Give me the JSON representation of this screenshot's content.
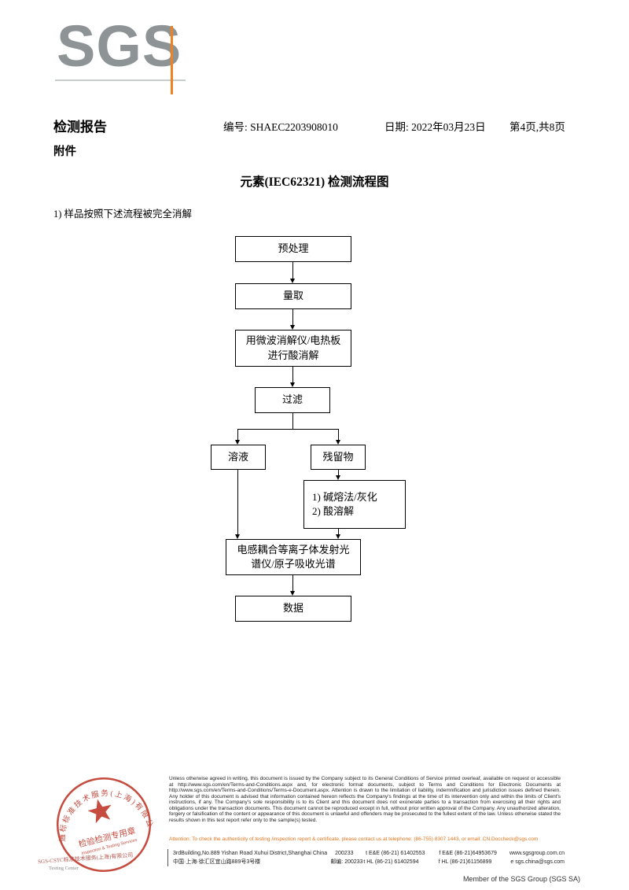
{
  "logo": {
    "text": "SGS",
    "color_gray": "#8e9396",
    "color_orange": "#f0811f"
  },
  "header": {
    "report_title": "检测报告",
    "report_no": "编号: SHAEC2203908010",
    "date": "日期: 2022年03月23日",
    "page_info": "第4页,共8页",
    "attachment": "附件"
  },
  "content": {
    "title": "元素(IEC62321) 检测流程图",
    "note": "1) 样品按照下述流程被完全消解"
  },
  "flowchart": {
    "pretreat": "预处理",
    "measure": "量取",
    "digest1": "用微波消解仪/电热板",
    "digest2": "进行酸消解",
    "filter": "过滤",
    "solution": "溶液",
    "residue": "残留物",
    "alkali1": "1) 碱熔法/灰化",
    "alkali2": "2) 酸溶解",
    "icp1": "电感耦合等离子体发射光",
    "icp2": "谱仪/原子吸收光谱",
    "data": "数据"
  },
  "stamp": {
    "arc_company": "通标标准技术服务(上海)有限公司",
    "title": "检验检测专用章",
    "subtitle": "Inspection & Testing Services",
    "side_company": "SGS-CSTC标准技术服务(上海)有限公司",
    "side_center": "Testing Center",
    "color": "#c0392b"
  },
  "footer": {
    "legal": "Unless otherwise agreed in writing, this document is issued by the Company subject to its General Conditions of Service printed overleaf, available on request or accessible at http://www.sgs.com/en/Terms-and-Conditions.aspx and, for electronic format documents, subject to Terms and Conditions for Electronic Documents at http://www.sgs.com/en/Terms-and-Conditions/Terms-e-Document.aspx. Attention is drawn to the limitation of liability, indemnification and jurisdiction issues defined therein. Any holder of this document is advised that information contained hereon reflects the Company's findings at the time of its intervention only and within the limits of Client's instructions, if any. The Company's sole responsibility is to its Client and this document does not exonerate parties to a transaction from exercising all their rights and obligations under the transaction documents. This document cannot be reproduced except in full, without prior written approval of the Company. Any unauthorized alteration, forgery or falsification of the content or appearance of this document is unlawful and offenders may be prosecuted to the fullest extent of the law. Unless otherwise stated the results shown in this test report refer only to the sample(s) tested.",
    "attention": "Attention: To check the authenticity of testing /inspection report & certificate, please contact us at telephone: (86-755) 8307 1443, or email: CN.Doccheck@sgs.com",
    "address_rows": [
      {
        "addr": "3rdBuilding,No.889 Yishan Road Xuhui District,Shanghai China",
        "post": "200233",
        "t": "t E&E (86-21) 61402553",
        "f": "f E&E (86-21)64953679",
        "web": "www.sgsgroup.com.cn"
      },
      {
        "addr": "中国·上海·徐汇区宜山路889号3号楼",
        "post": "邮编: 200233",
        "t": "t HL (86-21) 61402594",
        "f": "f HL (86-21)61156899",
        "web": "e  sgs.china@sgs.com"
      }
    ],
    "member": "Member of the SGS Group (SGS SA)"
  }
}
